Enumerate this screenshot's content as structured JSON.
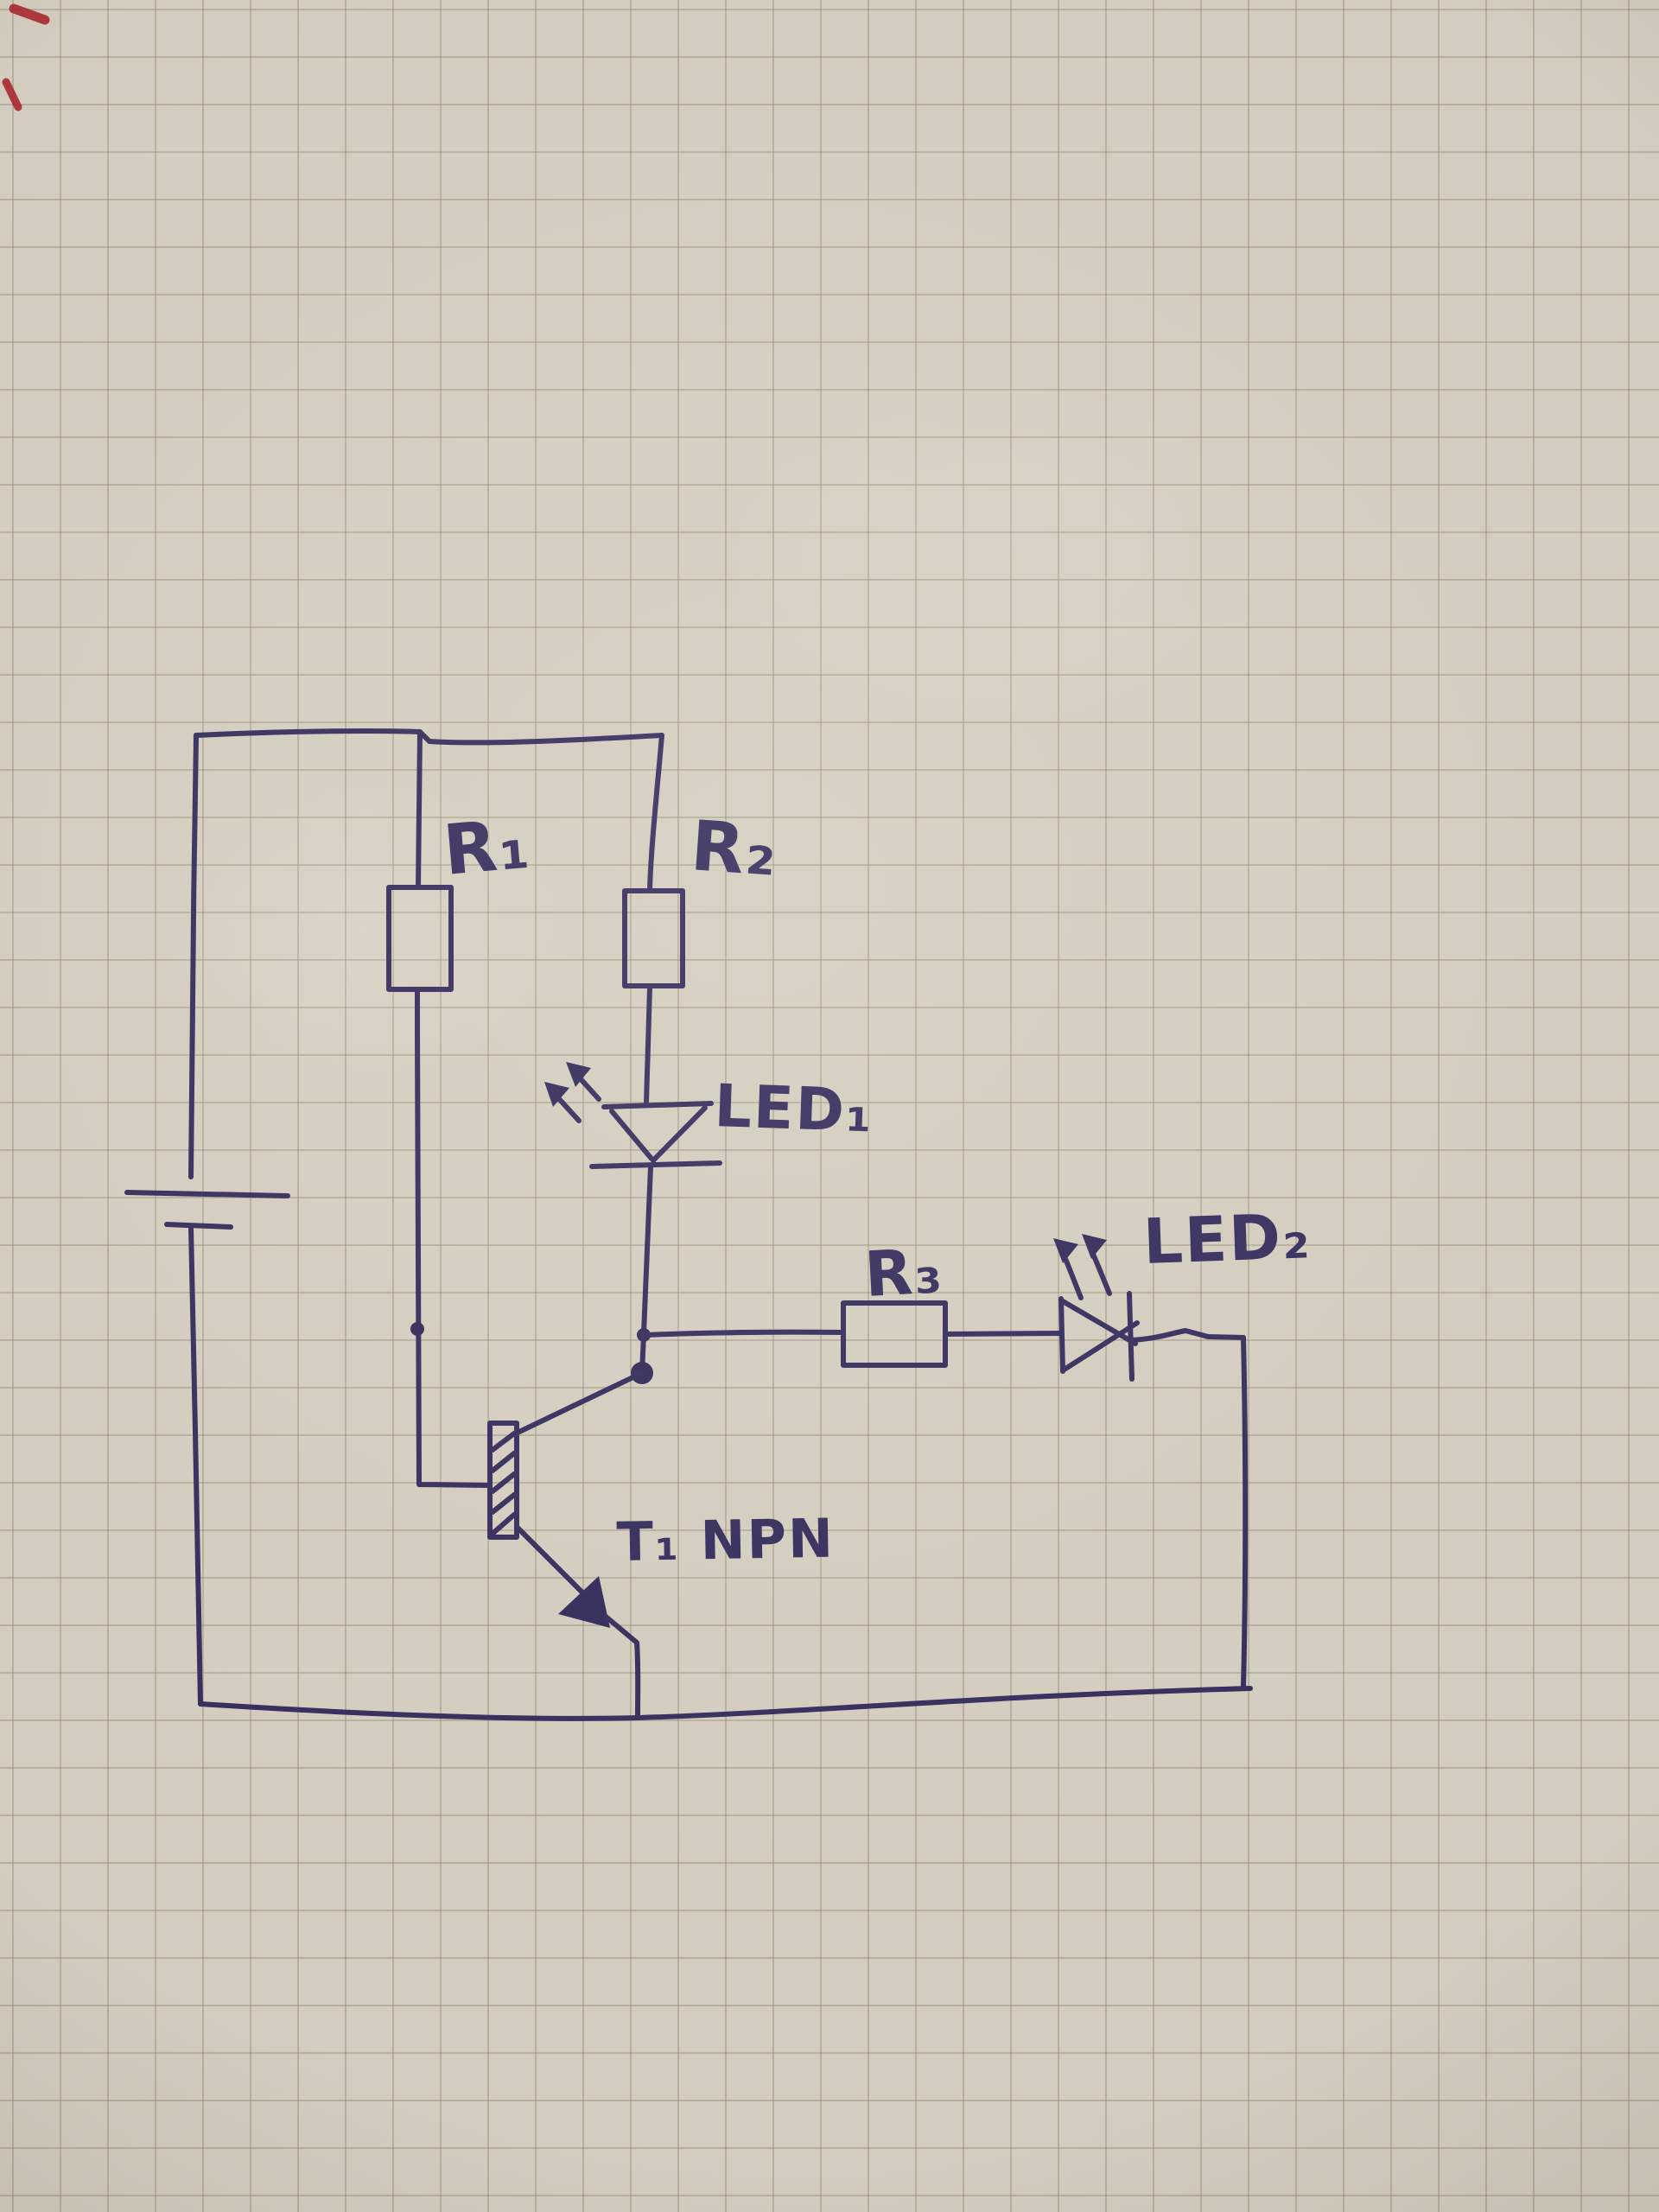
{
  "scene": {
    "description": "Photograph of a hand-drawn electronic circuit schematic in dark blue ink on squared (graph) notebook paper",
    "paper": "squared graph paper, warm beige, darkened edges (photo vignette)",
    "colors": {
      "ink": "#362e5d",
      "paper": "#d4cdbf",
      "grid_line": "#968670",
      "corner_mark_red": "#a8242c"
    }
  },
  "labels": {
    "r1": "R₁",
    "r2": "R₂",
    "r3": "R₃",
    "led1": "LED₁",
    "led2": "LED₂",
    "transistor": "T₁ NPN"
  },
  "components": [
    "battery (two-plate cell symbol, left side)",
    "resistor R1 (vertical box)",
    "resistor R2 (vertical box)",
    "LED1 (diode triangle pointing down with two emission arrows)",
    "resistor R3 (horizontal box)",
    "LED2 (diode triangle pointing right with two emission arrows)",
    "transistor T1 NPN (hatched base bar, collector to LED1 node, emitter arrow to bottom rail)"
  ]
}
